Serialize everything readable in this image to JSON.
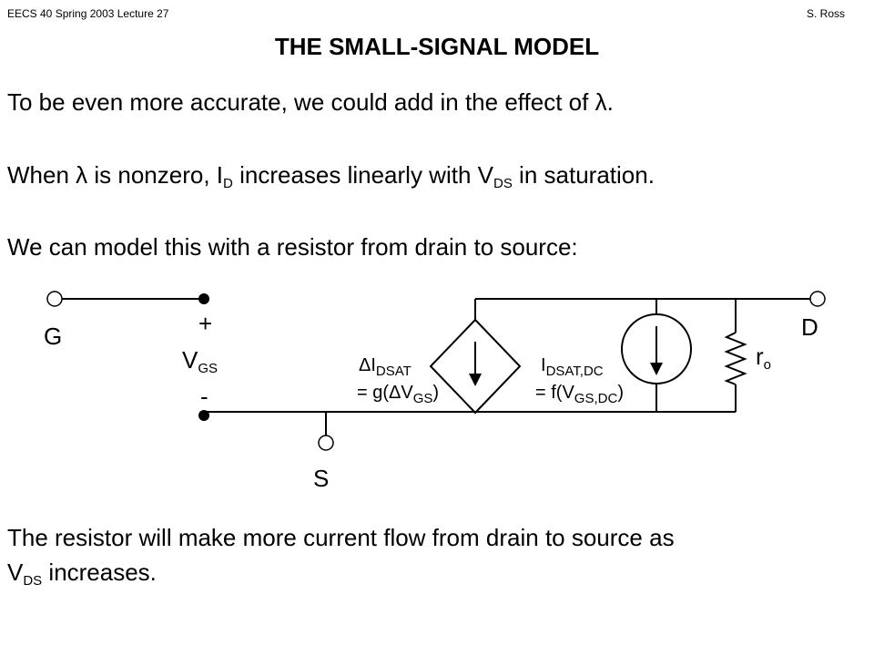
{
  "header": {
    "course": "EECS 40 Spring 2003  Lecture 27",
    "author": "S. Ross"
  },
  "title": "THE SMALL-SIGNAL MODEL",
  "paragraphs": {
    "p1_text": "To be even more accurate, we could add in the effect of ",
    "p1_symbol": "λ",
    "p1_end": ".",
    "p2_a": "When ",
    "p2_symbol": "λ",
    "p2_b": " is nonzero, I",
    "p2_sub1": "D",
    "p2_c": " increases linearly with V",
    "p2_sub2": "DS",
    "p2_d": " in saturation.",
    "p3": "We can model this with a resistor from drain to source:",
    "p4_line1": "The resistor will make more current flow from drain to source as",
    "p4_v": "V",
    "p4_sub": "DS",
    "p4_rest": " increases."
  },
  "circuit": {
    "gate_label": "G",
    "drain_label": "D",
    "source_label": "S",
    "plus_label": "+",
    "minus_label": "-",
    "vgs_main": "V",
    "vgs_sub": "GS",
    "dep_source_line1_prefix": "ΔI",
    "dep_source_line1_sub": "DSAT",
    "dep_source_line2_prefix": "= g(ΔV",
    "dep_source_line2_sub": "GS",
    "dep_source_line2_suffix": ")",
    "dc_source_line1_prefix": "I",
    "dc_source_line1_sub": "DSAT,DC",
    "dc_source_line2_prefix": "= f(V",
    "dc_source_line2_sub": "GS,DC",
    "dc_source_line2_suffix": ")",
    "resistor_main": "r",
    "resistor_sub": "o"
  }
}
